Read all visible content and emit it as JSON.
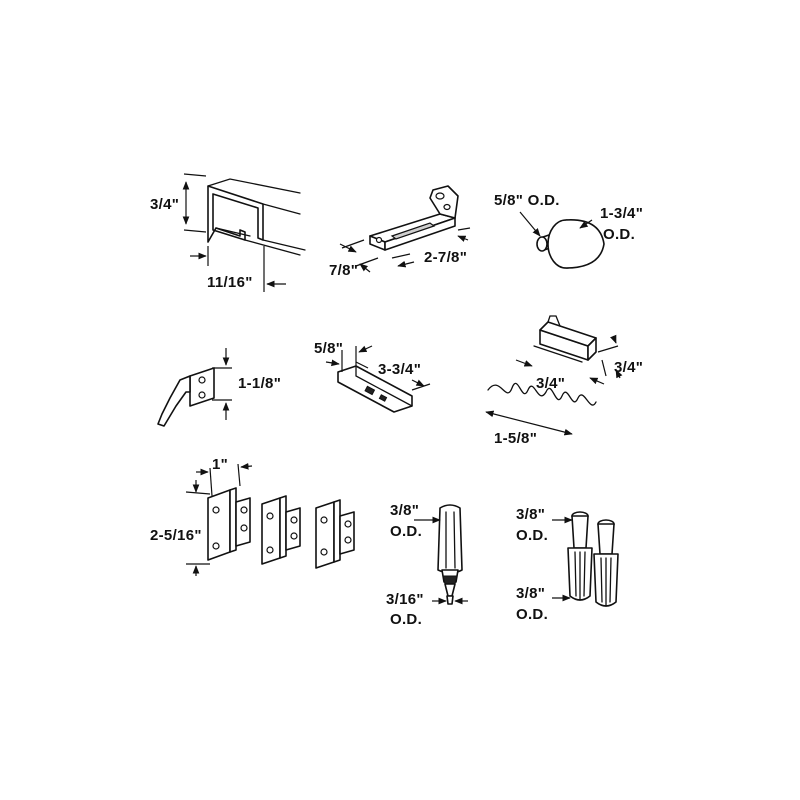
{
  "dimensions": {
    "track_height": "3/4\"",
    "track_width": "11/16\"",
    "bracket_width": "7/8\"",
    "bracket_length": "2-7/8\"",
    "knob_stem_od": "5/8\" O.D.",
    "knob_head_od_line1": "1-3/4\"",
    "knob_head_od_line2": "O.D.",
    "latch_height": "1-1/8\"",
    "guide_width": "5/8\"",
    "guide_length": "3-3/4\"",
    "spring_holder_length": "3/4\"",
    "spring_holder_height": "3/4\"",
    "spring_length": "1-5/8\"",
    "hinge_width": "1\"",
    "hinge_height": "2-5/16\"",
    "pivot_top_od_line1": "3/8\"",
    "pivot_top_od_line2": "O.D.",
    "pivot_pin_od_line1": "3/16\"",
    "pivot_pin_od_line2": "O.D.",
    "socket_top_od_line1": "3/8\"",
    "socket_top_od_line2": "O.D.",
    "socket_bottom_od_line1": "3/8\"",
    "socket_bottom_od_line2": "O.D."
  }
}
